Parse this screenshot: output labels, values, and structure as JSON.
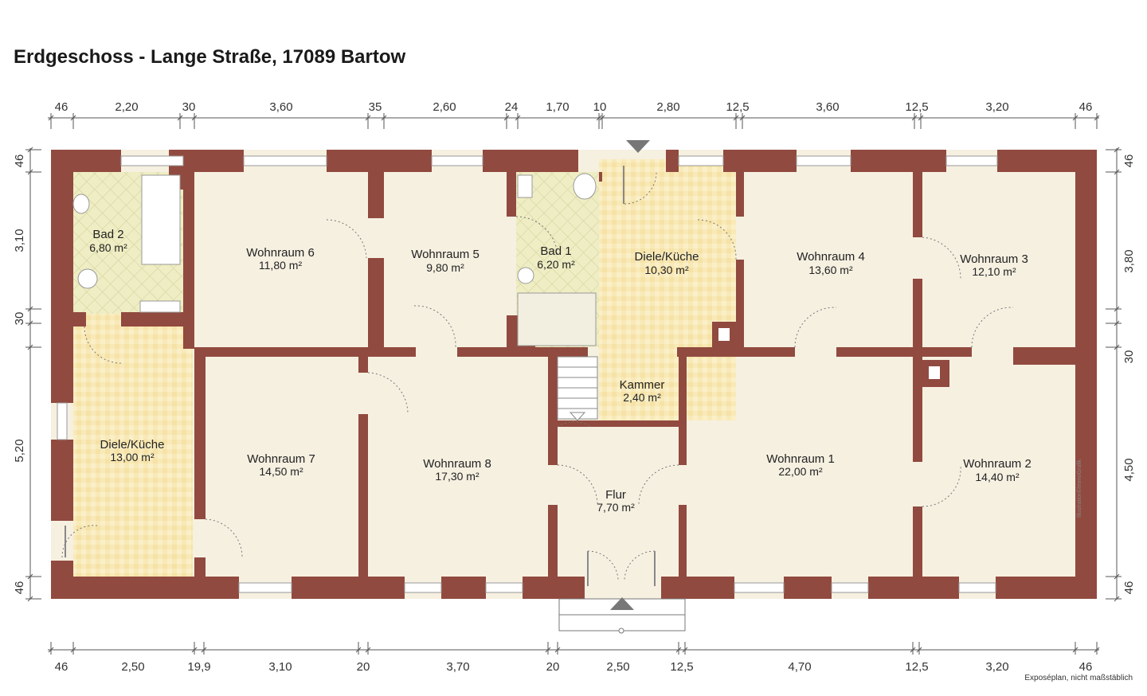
{
  "title": "Erdgeschoss - Lange Straße, 17089 Bartow",
  "note": "Exposéplan, nicht maßstäblich",
  "credit": "Illustration©ImmoGrafik",
  "colors": {
    "wall": "#914a3f",
    "floor": "#f6f0e1",
    "tile": "#f8e9b8",
    "bath": "#efedc3"
  },
  "dimensions": {
    "top": [
      "46",
      "2,20",
      "30",
      "3,60",
      "35",
      "2,60",
      "24",
      "1,70",
      "10",
      "2,80",
      "12,5",
      "3,60",
      "12,5",
      "3,20",
      "46"
    ],
    "bottom": [
      "46",
      "2,50",
      "19,9",
      "3,10",
      "20",
      "3,70",
      "20",
      "2,50",
      "12,5",
      "4,70",
      "12,5",
      "3,20",
      "46"
    ],
    "left": [
      "46",
      "3,10",
      "30",
      "5,20",
      "46"
    ],
    "right": [
      "46",
      "3,80",
      "30",
      "4,50",
      "46"
    ]
  },
  "rooms": [
    {
      "name": "Bad 2",
      "area": "6,80 m²"
    },
    {
      "name": "Wohnraum 6",
      "area": "11,80 m²"
    },
    {
      "name": "Wohnraum 5",
      "area": "9,80 m²"
    },
    {
      "name": "Bad 1",
      "area": "6,20 m²"
    },
    {
      "name": "Diele/Küche",
      "area": "10,30 m²"
    },
    {
      "name": "Wohnraum 4",
      "area": "13,60 m²"
    },
    {
      "name": "Wohnraum 3",
      "area": "12,10 m²"
    },
    {
      "name": "Kammer",
      "area": "2,40 m²"
    },
    {
      "name": "Diele/Küche",
      "area": "13,00 m²"
    },
    {
      "name": "Wohnraum 7",
      "area": "14,50 m²"
    },
    {
      "name": "Wohnraum 8",
      "area": "17,30 m²"
    },
    {
      "name": "Wohnraum 1",
      "area": "22,00 m²"
    },
    {
      "name": "Wohnraum 2",
      "area": "14,40 m²"
    },
    {
      "name": "Flur",
      "area": "7,70 m²"
    }
  ]
}
